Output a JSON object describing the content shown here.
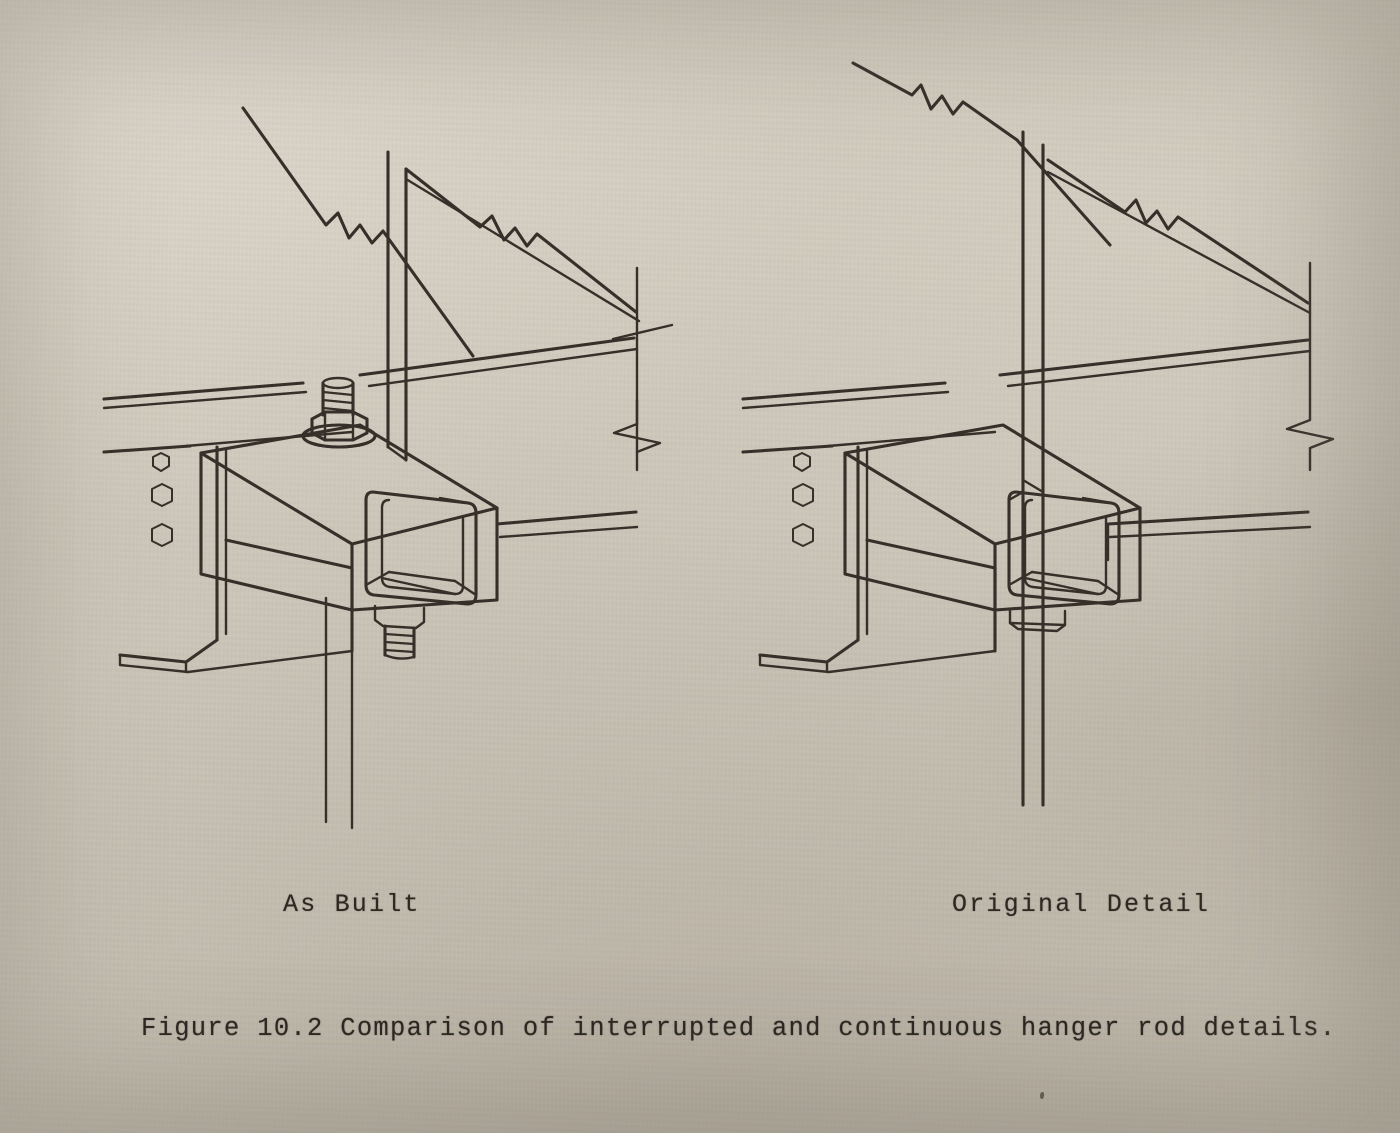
{
  "page": {
    "kind": "scanned-book-page",
    "paper_color": "#cfc8bb",
    "ink_color": "#36302a"
  },
  "figure": {
    "number": "10.2",
    "caption": "Figure 10.2  Comparison of interrupted and continuous hanger rod details.",
    "panels": [
      {
        "id": "as-built",
        "label": "As Built",
        "description": "Interrupted hanger rod: upper rod terminates in a threaded stud with hex nut and washer bearing on top of the box beam; a separate threaded stud projects below the beam for the lower rod.",
        "components": [
          "upper-hanger-rod",
          "hex-nut",
          "washer",
          "threaded-stud-top",
          "box-beam",
          "threaded-stud-bottom",
          "lower-hanger-rod",
          "floor-beam",
          "connection-angle",
          "bolt-heads",
          "concrete-slab-edge",
          "break-symbol"
        ],
        "bolt_count": 3
      },
      {
        "id": "original-detail",
        "label": "Original Detail",
        "description": "Continuous hanger rod: a single rod passes uninterrupted through the box beam, bearing on a plate at the underside.",
        "components": [
          "continuous-hanger-rod",
          "bearing-plate",
          "box-beam",
          "floor-beam",
          "connection-angle",
          "bolt-heads",
          "concrete-slab-edge",
          "break-symbol"
        ],
        "bolt_count": 3
      }
    ]
  }
}
